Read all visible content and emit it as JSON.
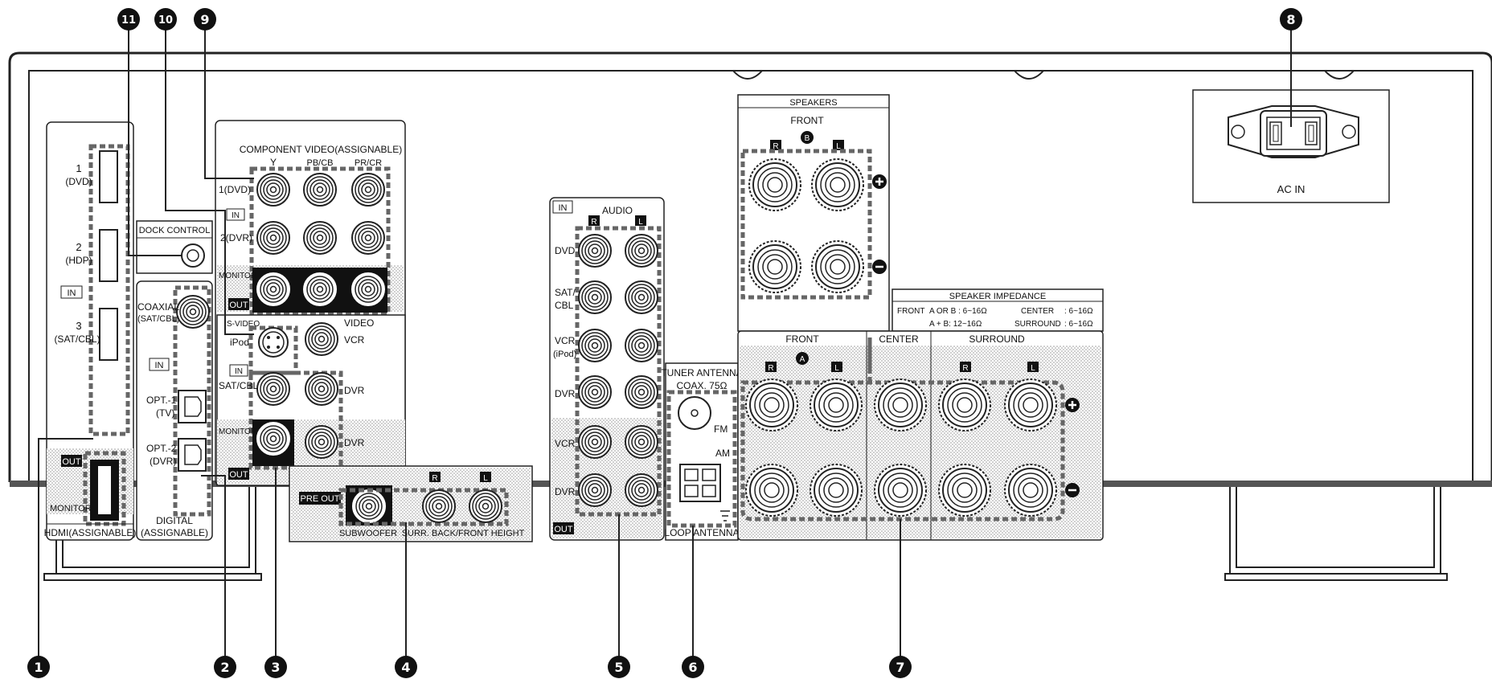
{
  "callouts": {
    "c1": "1",
    "c2": "2",
    "c3": "3",
    "c4": "4",
    "c5": "5",
    "c6": "6",
    "c7": "7",
    "c8": "8",
    "c9": "9",
    "c10": "10",
    "c11": "11"
  },
  "hdmi": {
    "in1": "1",
    "in1_sub": "(DVD)",
    "in2": "2",
    "in2_sub": "(HDP)",
    "in": "IN",
    "in3": "3",
    "in3_sub": "(SAT/CBL)",
    "out": "OUT",
    "monitor": "MONITOR",
    "title": "HDMI(ASSIGNABLE)"
  },
  "dock": {
    "title": "DOCK CONTROL"
  },
  "digital": {
    "coaxial": "COAXIAL",
    "coaxial_sub": "(SAT/CBL)",
    "in": "IN",
    "opt1": "OPT.-1",
    "opt1_sub": "(TV)",
    "opt2": "OPT.-2",
    "opt2_sub": "(DVR)",
    "title1": "DIGITAL",
    "title2": "(ASSIGNABLE)"
  },
  "component": {
    "title": "COMPONENT VIDEO(ASSIGNABLE)",
    "y": "Y",
    "pb": "PB/CB",
    "pr": "PR/CR",
    "row1": "1(DVD)",
    "in": "IN",
    "row2": "2(DVR)",
    "monitor": "MONITOR",
    "out": "OUT"
  },
  "video": {
    "title": "VIDEO",
    "svideo": "S-VIDEO",
    "ipod": "iPod",
    "vcr": "VCR",
    "in": "IN",
    "satcbl": "SAT/CBL",
    "dvr": "DVR",
    "monitor": "MONITOR",
    "dvr_out": "DVR",
    "out": "OUT"
  },
  "preout": {
    "label": "PRE OUT",
    "r": "R",
    "l": "L",
    "subwoofer": "SUBWOOFER",
    "surrback": "SURR. BACK/FRONT HEIGHT"
  },
  "audio": {
    "in": "IN",
    "title": "AUDIO",
    "r": "R",
    "l": "L",
    "dvd": "DVD",
    "sat1": "SAT/",
    "sat2": "CBL",
    "vcr1": "VCR",
    "vcr2": "(iPod)",
    "dvr": "DVR",
    "vcr_out": "VCR",
    "dvr_out": "DVR",
    "out": "OUT"
  },
  "tuner": {
    "title": "TUNER ANTENNA",
    "coax": "COAX. 75Ω",
    "fm": "FM",
    "am": "AM",
    "loop": "LOOP ANTENNA"
  },
  "speakers_b": {
    "title": "SPEAKERS",
    "front": "FRONT",
    "b": "B",
    "r": "R",
    "l": "L"
  },
  "impedance": {
    "title": "SPEAKER IMPEDANCE",
    "front": "FRONT",
    "aorb": "A OR B : 6~16Ω",
    "ab": "A + B: 12~16Ω",
    "center": "CENTER",
    "center_val": ": 6~16Ω",
    "surround": "SURROUND",
    "surround_val": ": 6~16Ω"
  },
  "speakers_a": {
    "front": "FRONT",
    "a": "A",
    "r": "R",
    "l": "L",
    "center": "CENTER",
    "surround": "SURROUND",
    "sr": "R",
    "sl": "L"
  },
  "ac": {
    "label": "AC IN"
  }
}
